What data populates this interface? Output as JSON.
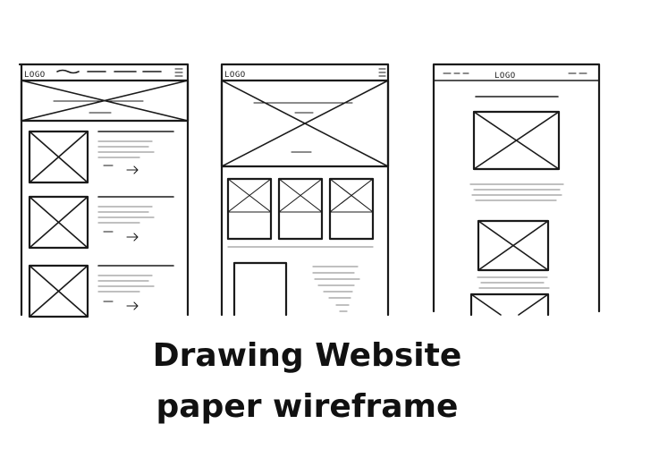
{
  "caption": {
    "line1": "Drawing Website",
    "line2": "paper wireframe"
  },
  "wireframes": [
    {
      "logo": "LOGO"
    },
    {
      "logo": "LOGO"
    },
    {
      "logo": "LOGO"
    }
  ]
}
